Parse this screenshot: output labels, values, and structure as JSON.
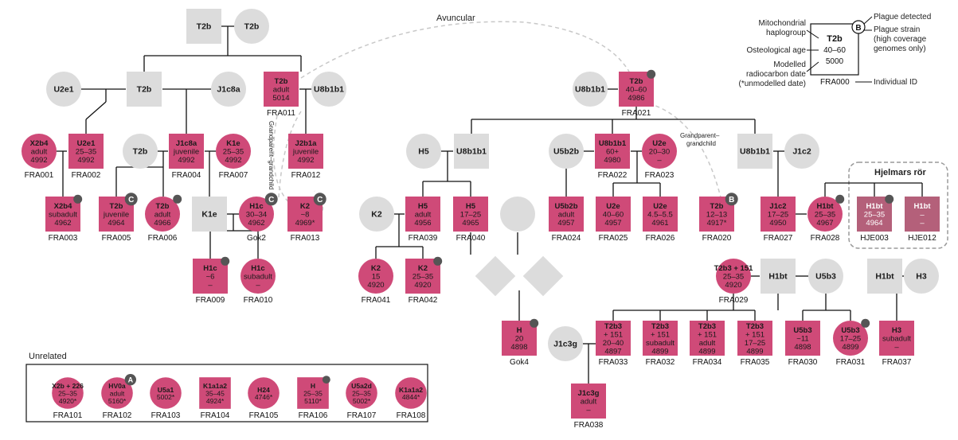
{
  "colors": {
    "sampled": "#cf4a78",
    "sampled_alt": "#b4607a",
    "unsampled": "#dcdcdc",
    "line": "#111111",
    "dash": "#c8c8c8",
    "badge": "#555555",
    "label_on_pink": "#1a1a1a",
    "label_on_grey": "#1a1a1a"
  },
  "annotations": {
    "avuncular": "Avuncular",
    "grandparent_vertical": "Grandparent–grandchild",
    "grandparent_right_1": "Grandparent–",
    "grandparent_right_2": "grandchild",
    "hjelmars": "Hjelmars rör",
    "unrelated": "Unrelated"
  },
  "legend": {
    "hap": "T2b",
    "age": "40–60",
    "date": "5000",
    "badge": "B",
    "id": "FRA000",
    "lbl_hap_1": "Mitochondrial",
    "lbl_hap_2": "haplogroup",
    "lbl_age": "Osteological age",
    "lbl_date_1": "Modelled",
    "lbl_date_2": "radiocarbon date",
    "lbl_date_3": "(*unmodelled date)",
    "lbl_id": "Individual ID",
    "lbl_plague": "Plague detected",
    "lbl_strain_1": "Plague strain",
    "lbl_strain_2": "(high coverage",
    "lbl_strain_3": "genomes only)"
  },
  "nodes": [
    {
      "key": "t2b_top",
      "shape": "square",
      "status": "unsampled",
      "label": [
        "T2b"
      ]
    },
    {
      "key": "t2b_top_h",
      "shape": "circle",
      "status": "unsampled",
      "label": [
        "T2b"
      ]
    },
    {
      "key": "u2e1_g",
      "shape": "circle",
      "status": "unsampled",
      "label": [
        "U2e1"
      ]
    },
    {
      "key": "t2b_mid",
      "shape": "square",
      "status": "unsampled",
      "label": [
        "T2b"
      ]
    },
    {
      "key": "j1c8a_g",
      "shape": "circle",
      "status": "unsampled",
      "label": [
        "J1c8a"
      ]
    },
    {
      "key": "fra011",
      "shape": "square",
      "status": "sampled",
      "label": [
        "T2b",
        "adult",
        "5014"
      ],
      "id": "FRA011"
    },
    {
      "key": "u8b1b1_a",
      "shape": "circle",
      "status": "unsampled",
      "label": [
        "U8b1b1"
      ]
    },
    {
      "key": "fra001",
      "shape": "circle",
      "status": "sampled",
      "label": [
        "X2b4",
        "adult",
        "4992"
      ],
      "id": "FRA001"
    },
    {
      "key": "fra002",
      "shape": "square",
      "status": "sampled",
      "label": [
        "U2e1",
        "25–35",
        "4992"
      ],
      "id": "FRA002"
    },
    {
      "key": "t2b_c",
      "shape": "circle",
      "status": "unsampled",
      "label": [
        "T2b"
      ]
    },
    {
      "key": "fra004",
      "shape": "square",
      "status": "sampled",
      "label": [
        "J1c8a",
        "juvenile",
        "4992"
      ],
      "id": "FRA004"
    },
    {
      "key": "fra007",
      "shape": "circle",
      "status": "sampled",
      "label": [
        "K1e",
        "25–35",
        "4992"
      ],
      "id": "FRA007"
    },
    {
      "key": "fra012",
      "shape": "square",
      "status": "sampled",
      "label": [
        "J2b1a",
        "juvenile",
        "4992"
      ],
      "id": "FRA012"
    },
    {
      "key": "fra003",
      "shape": "square",
      "status": "sampled",
      "label": [
        "X2b4",
        "subadult",
        "4962"
      ],
      "id": "FRA003",
      "plague": true
    },
    {
      "key": "fra005",
      "shape": "square",
      "status": "sampled",
      "label": [
        "T2b",
        "juvenile",
        "4964"
      ],
      "id": "FRA005",
      "badge": "C"
    },
    {
      "key": "fra006",
      "shape": "circle",
      "status": "sampled",
      "label": [
        "T2b",
        "adult",
        "4966"
      ],
      "id": "FRA006",
      "plague": true
    },
    {
      "key": "k1e_sq",
      "shape": "square",
      "status": "unsampled",
      "label": [
        "K1e"
      ]
    },
    {
      "key": "gok2",
      "shape": "circle",
      "status": "sampled",
      "label": [
        "H1c",
        "30–34",
        "4962"
      ],
      "id": "Gok2",
      "badge": "C"
    },
    {
      "key": "fra013",
      "shape": "square",
      "status": "sampled",
      "label": [
        "K2",
        "~8",
        "4969*"
      ],
      "id": "FRA013",
      "badge": "C"
    },
    {
      "key": "fra009",
      "shape": "square",
      "status": "sampled",
      "label": [
        "H1c",
        "~6",
        "–"
      ],
      "id": "FRA009",
      "plague": true
    },
    {
      "key": "fra010",
      "shape": "circle",
      "status": "sampled",
      "label": [
        "H1c",
        "subadult",
        "–"
      ],
      "id": "FRA010"
    },
    {
      "key": "u8b1b1_b",
      "shape": "circle",
      "status": "unsampled",
      "label": [
        "U8b1b1"
      ]
    },
    {
      "key": "fra021",
      "shape": "square",
      "status": "sampled",
      "label": [
        "T2b",
        "40–60",
        "4986"
      ],
      "id": "FRA021",
      "plague": true
    },
    {
      "key": "h5_g",
      "shape": "circle",
      "status": "unsampled",
      "label": [
        "H5"
      ]
    },
    {
      "key": "u8b1b1_sq",
      "shape": "square",
      "status": "unsampled",
      "label": [
        "U8b1b1"
      ]
    },
    {
      "key": "u5b2b_g",
      "shape": "circle",
      "status": "unsampled",
      "label": [
        "U5b2b"
      ]
    },
    {
      "key": "fra022",
      "shape": "square",
      "status": "sampled",
      "label": [
        "U8b1b1",
        "60+",
        "4980"
      ],
      "id": "FRA022"
    },
    {
      "key": "fra023",
      "shape": "circle",
      "status": "sampled",
      "label": [
        "U2e",
        "20–30",
        "–"
      ],
      "id": "FRA023"
    },
    {
      "key": "u8b1b1_sq2",
      "shape": "square",
      "status": "unsampled",
      "label": [
        "U8b1b1"
      ]
    },
    {
      "key": "j1c2_g",
      "shape": "circle",
      "status": "unsampled",
      "label": [
        "J1c2"
      ]
    },
    {
      "key": "k2_g",
      "shape": "circle",
      "status": "unsampled",
      "label": [
        "K2"
      ]
    },
    {
      "key": "fra039",
      "shape": "square",
      "status": "sampled",
      "label": [
        "H5",
        "adult",
        "4956"
      ],
      "id": "FRA039"
    },
    {
      "key": "fra040",
      "shape": "square",
      "status": "sampled",
      "label": [
        "H5",
        "17–25",
        "4965"
      ],
      "id": "FRA040"
    },
    {
      "key": "blank_c",
      "shape": "circle",
      "status": "unsampled",
      "label": []
    },
    {
      "key": "fra024",
      "shape": "square",
      "status": "sampled",
      "label": [
        "U5b2b",
        "adult",
        "4957"
      ],
      "id": "FRA024"
    },
    {
      "key": "fra025",
      "shape": "square",
      "status": "sampled",
      "label": [
        "U2e",
        "40–60",
        "4957"
      ],
      "id": "FRA025"
    },
    {
      "key": "fra026",
      "shape": "square",
      "status": "sampled",
      "label": [
        "U2e",
        "4.5–5.5",
        "4961"
      ],
      "id": "FRA026"
    },
    {
      "key": "fra020",
      "shape": "square",
      "status": "sampled",
      "label": [
        "T2b",
        "12–13",
        "4917*"
      ],
      "id": "FRA020",
      "badge": "B"
    },
    {
      "key": "fra027",
      "shape": "square",
      "status": "sampled",
      "label": [
        "J1c2",
        "17–25",
        "4950"
      ],
      "id": "FRA027"
    },
    {
      "key": "fra028",
      "shape": "circle",
      "status": "sampled",
      "label": [
        "H1bt",
        "25–35",
        "4967"
      ],
      "id": "FRA028",
      "plague": true
    },
    {
      "key": "hje003",
      "shape": "square",
      "status": "sampled_alt",
      "label": [
        "H1bt",
        "25–35",
        "4964"
      ],
      "id": "HJE003",
      "plague": true
    },
    {
      "key": "hje012",
      "shape": "square",
      "status": "sampled_alt",
      "label": [
        "H1bt",
        "–",
        "–"
      ],
      "id": "HJE012"
    },
    {
      "key": "fra041",
      "shape": "circle",
      "status": "sampled",
      "label": [
        "K2",
        "15",
        "4920"
      ],
      "id": "FRA041"
    },
    {
      "key": "fra042",
      "shape": "square",
      "status": "sampled",
      "label": [
        "K2",
        "25–35",
        "4920"
      ],
      "id": "FRA042",
      "plague": true
    },
    {
      "key": "dia1",
      "shape": "diamond",
      "status": "unsampled",
      "label": []
    },
    {
      "key": "dia2",
      "shape": "diamond",
      "status": "unsampled",
      "label": []
    },
    {
      "key": "fra029",
      "shape": "circle",
      "status": "sampled",
      "label": [
        "T2b3 + 151",
        "25–35",
        "4920"
      ],
      "id": "FRA029"
    },
    {
      "key": "h1bt_sq",
      "shape": "square",
      "status": "unsampled",
      "label": [
        "H1bt"
      ]
    },
    {
      "key": "u5b3_g",
      "shape": "circle",
      "status": "unsampled",
      "label": [
        "U5b3"
      ]
    },
    {
      "key": "h1bt_sq2",
      "shape": "square",
      "status": "unsampled",
      "label": [
        "H1bt"
      ]
    },
    {
      "key": "h3_g",
      "shape": "circle",
      "status": "unsampled",
      "label": [
        "H3"
      ]
    },
    {
      "key": "gok4",
      "shape": "square",
      "status": "sampled",
      "label": [
        "H",
        "20",
        "4898"
      ],
      "id": "Gok4",
      "plague": true
    },
    {
      "key": "j1c3g_g",
      "shape": "circle",
      "status": "unsampled",
      "label": [
        "J1c3g"
      ]
    },
    {
      "key": "fra033",
      "shape": "square",
      "status": "sampled",
      "label": [
        "T2b3",
        "+ 151",
        "20–40",
        "4897"
      ],
      "id": "FRA033"
    },
    {
      "key": "fra032",
      "shape": "square",
      "status": "sampled",
      "label": [
        "T2b3",
        "+ 151",
        "subadult",
        "4899"
      ],
      "id": "FRA032"
    },
    {
      "key": "fra034",
      "shape": "square",
      "status": "sampled",
      "label": [
        "T2b3",
        "+ 151",
        "adult",
        "4899"
      ],
      "id": "FRA034"
    },
    {
      "key": "fra035",
      "shape": "square",
      "status": "sampled",
      "label": [
        "T2b3",
        "+ 151",
        "17–25",
        "4899"
      ],
      "id": "FRA035"
    },
    {
      "key": "fra030",
      "shape": "square",
      "status": "sampled",
      "label": [
        "U5b3",
        "~11",
        "4898"
      ],
      "id": "FRA030"
    },
    {
      "key": "fra031",
      "shape": "circle",
      "status": "sampled",
      "label": [
        "U5b3",
        "17–25",
        "4899"
      ],
      "id": "FRA031",
      "plague": true
    },
    {
      "key": "fra037",
      "shape": "square",
      "status": "sampled",
      "label": [
        "H3",
        "subadult",
        "–"
      ],
      "id": "FRA037"
    },
    {
      "key": "fra038",
      "shape": "square",
      "status": "sampled",
      "label": [
        "J1c3g",
        "adult",
        "–"
      ],
      "id": "FRA038"
    },
    {
      "key": "fra101",
      "shape": "circle",
      "status": "sampled",
      "label": [
        "X2b + 226",
        "25–35",
        "4920*"
      ],
      "id": "FRA101"
    },
    {
      "key": "fra102",
      "shape": "circle",
      "status": "sampled",
      "label": [
        "HV0a",
        "adult",
        "5160*"
      ],
      "id": "FRA102",
      "badge": "A"
    },
    {
      "key": "fra103",
      "shape": "circle",
      "status": "sampled",
      "label": [
        "U5a1",
        "5002*"
      ],
      "id": "FRA103"
    },
    {
      "key": "fra104",
      "shape": "square",
      "status": "sampled",
      "label": [
        "K1a1a2",
        "35–45",
        "4924*"
      ],
      "id": "FRA104"
    },
    {
      "key": "fra105",
      "shape": "circle",
      "status": "sampled",
      "label": [
        "H24",
        "4746*"
      ],
      "id": "FRA105"
    },
    {
      "key": "fra106",
      "shape": "square",
      "status": "sampled",
      "label": [
        "H",
        "25–35",
        "5110*"
      ],
      "id": "FRA106",
      "plague": true
    },
    {
      "key": "fra107",
      "shape": "circle",
      "status": "sampled",
      "label": [
        "U5a2d",
        "25–35",
        "5002*"
      ],
      "id": "FRA107"
    },
    {
      "key": "fra108",
      "shape": "circle",
      "status": "sampled",
      "label": [
        "K1a1a2",
        "4844*"
      ],
      "id": "FRA108"
    }
  ]
}
